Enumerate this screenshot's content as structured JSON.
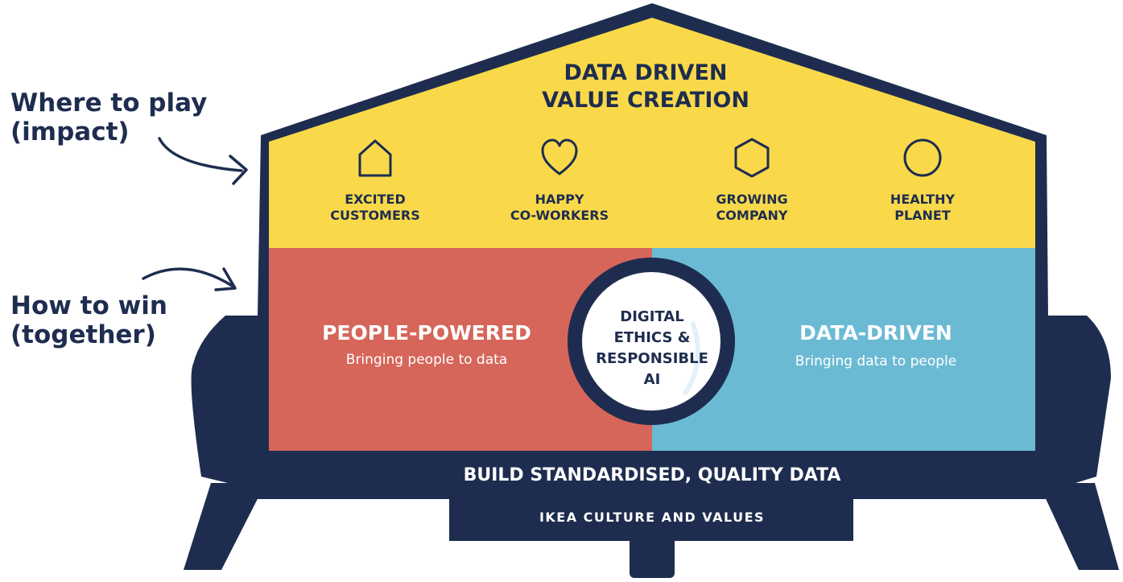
{
  "side_labels": {
    "where_line1": "Where to play",
    "where_line2": "(impact)",
    "how_line1": "How to win",
    "how_line2": "(together)"
  },
  "roof": {
    "title_line1": "DATA DRIVEN",
    "title_line2": "VALUE CREATION"
  },
  "impacts": [
    {
      "icon": "house-icon",
      "line1": "EXCITED",
      "line2": "CUSTOMERS"
    },
    {
      "icon": "heart-icon",
      "line1": "HAPPY",
      "line2": "CO-WORKERS"
    },
    {
      "icon": "hexagon-icon",
      "line1": "GROWING",
      "line2": "COMPANY"
    },
    {
      "icon": "circle-icon",
      "line1": "HEALTHY",
      "line2": "PLANET"
    }
  ],
  "walls": {
    "left_title": "PEOPLE-POWERED",
    "left_sub": "Bringing people to data",
    "right_title": "DATA-DRIVEN",
    "right_sub": "Bringing data to people"
  },
  "center": {
    "line1": "DIGITAL",
    "line2": "ETHICS &",
    "line3": "RESPONSIBLE",
    "line4": "AI"
  },
  "foundation": "BUILD STANDARDISED, QUALITY DATA",
  "culture": "IKEA CULTURE AND VALUES",
  "colors": {
    "navy": "#1e2d4f",
    "yellow": "#f9d94a",
    "red": "#d6665a",
    "blue": "#6bbad4",
    "white": "#ffffff"
  }
}
